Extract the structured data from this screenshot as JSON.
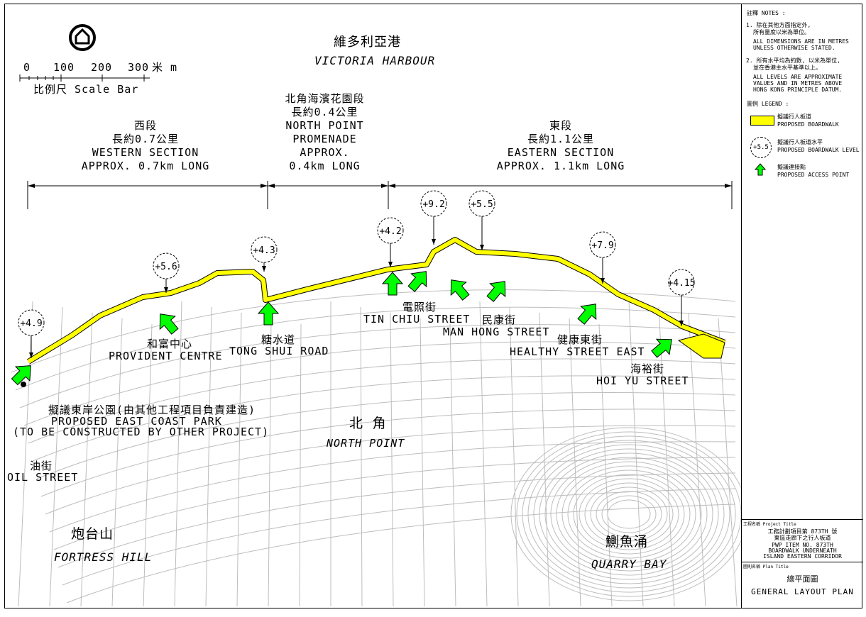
{
  "harbour": {
    "zh": "維多利亞港",
    "en": "VICTORIA HARBOUR"
  },
  "scale_bar": {
    "ticks": [
      "0",
      "100",
      "200",
      "300"
    ],
    "unit": "米 m",
    "label": "比例尺 Scale Bar"
  },
  "north_arrow": "north-arrow-icon",
  "sections": [
    {
      "zh_name": "西段",
      "zh_len": "長約0.7公里",
      "en_name": "WESTERN SECTION",
      "en_len": "APPROX. 0.7km LONG"
    },
    {
      "zh_name": "北角海濱花園段",
      "zh_len": "長約0.4公里",
      "en_name": "NORTH POINT",
      "en_name2": "PROMENADE",
      "en_len": "APPROX.",
      "en_len2": "0.4km LONG"
    },
    {
      "zh_name": "東段",
      "zh_len": "長約1.1公里",
      "en_name": "EASTERN SECTION",
      "en_len": "APPROX. 1.1km LONG"
    }
  ],
  "levels": [
    "+4.9",
    "+5.6",
    "+4.3",
    "+4.2",
    "+9.2",
    "+5.5",
    "+7.9",
    "+4.15"
  ],
  "places": {
    "provident": {
      "zh": "和富中心",
      "en": "PROVIDENT CENTRE"
    },
    "tong_shui": {
      "zh": "糖水道",
      "en": "TONG SHUI ROAD"
    },
    "tin_chiu": {
      "zh": "電照街",
      "en": "TIN CHIU STREET"
    },
    "man_hong": {
      "zh": "民康街",
      "en": "MAN HONG STREET"
    },
    "healthy": {
      "zh": "健康東街",
      "en": "HEALTHY STREET EAST"
    },
    "hoi_yu": {
      "zh": "海裕街",
      "en": "HOI YU STREET"
    },
    "east_coast": {
      "zh": "擬議東岸公園(由其他工程項目負責建造)",
      "en": "PROPOSED EAST COAST PARK",
      "en2": "(TO BE CONSTRUCTED BY OTHER PROJECT)"
    },
    "north_point": {
      "zh": "北 角",
      "en": "NORTH POINT"
    },
    "oil_street": {
      "zh": "油街",
      "en": "OIL STREET"
    },
    "fortress_hill": {
      "zh": "炮台山",
      "en": "FORTRESS HILL"
    },
    "quarry_bay": {
      "zh": "鰂魚涌",
      "en": "QUARRY BAY"
    }
  },
  "notes": {
    "title": "註釋  NOTES :",
    "n1_zh1": "1. 除在其他方面指定外,",
    "n1_zh2": "所有量度以米為單位。",
    "n1_en1": "ALL DIMENSIONS ARE IN METRES",
    "n1_en2": "UNLESS OTHERWISE STATED.",
    "n2_zh1": "2. 所有水平均為約數, 以米為單位,",
    "n2_zh2": "並在香港主水平基準以上。",
    "n2_en1": "ALL LEVELS ARE APPROXIMATE",
    "n2_en2": "VALUES AND IN METRES ABOVE",
    "n2_en3": "HONG KONG PRINCIPLE DATUM."
  },
  "legend": {
    "title": "圖例  LEGEND :",
    "items": [
      {
        "zh": "擬議行人板道",
        "en": "PROPOSED BOARDWALK",
        "swatch": "#ffff00"
      },
      {
        "zh": "擬議行人板道水平",
        "en": "PROPOSED BOARDWALK LEVEL",
        "sample": "+5.5"
      },
      {
        "zh": "擬議連接點",
        "en": "PROPOSED ACCESS POINT",
        "color": "#00ff00"
      }
    ]
  },
  "project": {
    "label": "工程名稱  Project Title",
    "zh1": "工務計劃項目第 873TH 號",
    "zh2": "東區走廊下之行人板道",
    "en1": "PWP ITEM NO. 873TH",
    "en2": "BOARDWALK UNDERNEATH",
    "en3": "ISLAND EASTERN CORRIDOR"
  },
  "plan": {
    "label": "圖則名稱  Plan Title",
    "zh": "總平面圖",
    "en": "GENERAL LAYOUT PLAN"
  },
  "colors": {
    "boardwalk": "#ffff00",
    "access_arrow": "#00ff00",
    "basemap": "#b8b8b8"
  }
}
